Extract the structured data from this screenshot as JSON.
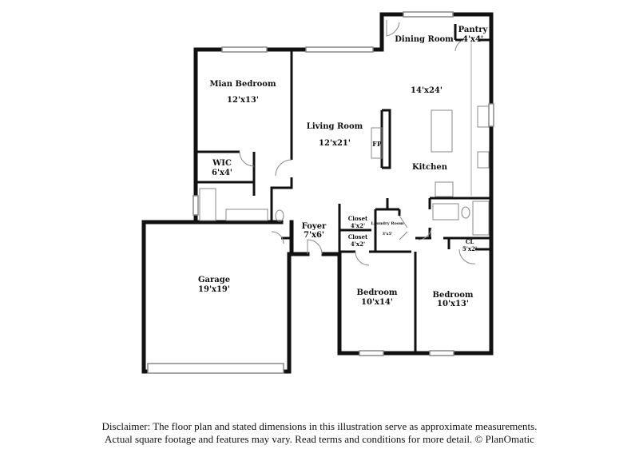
{
  "rooms": [
    {
      "name": "Mian Bedroom",
      "dims": "12'x13'"
    },
    {
      "name": "WIC",
      "dims": "6'x4'"
    },
    {
      "name": "Living Room",
      "dims": "12'x21'"
    },
    {
      "name": "FP",
      "dims": ""
    },
    {
      "name": "Dining Room",
      "dims": ""
    },
    {
      "name": "Pantry",
      "dims": "4'x4'"
    },
    {
      "name": "Kitchen",
      "dims": "14'x24'"
    },
    {
      "name": "Foyer",
      "dims": "7'x6'"
    },
    {
      "name": "Closet",
      "dims": "4'x2'"
    },
    {
      "name": "Closet",
      "dims": "4'x2'"
    },
    {
      "name": "Laundry Room",
      "dims": "3'x5'"
    },
    {
      "name": "CL",
      "dims": "5'x2'"
    },
    {
      "name": "Garage",
      "dims": "19'x19'"
    },
    {
      "name": "Bedroom",
      "dims": "10'x14'"
    },
    {
      "name": "Bedroom",
      "dims": "10'x13'"
    }
  ],
  "disclaimer": {
    "line1": "Disclaimer: The floor plan and stated dimensions in this illustration serve as approximate measurements.",
    "line2": "Actual square footage and features may vary. Read terms and conditions for more detail. © PlanOmatic"
  },
  "colors": {
    "wall": "#111111",
    "fixture": "#888888"
  }
}
